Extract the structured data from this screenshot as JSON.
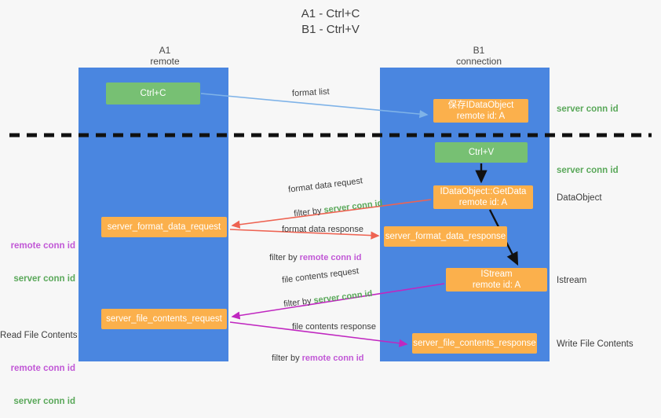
{
  "title": "A1 - Ctrl+C\nB1 - Ctrl+V",
  "columns": {
    "left": "A1\nremote",
    "right": "B1\nconnection"
  },
  "nodes": {
    "ctrl_c": "Ctrl+C",
    "save_idataobject": "保存IDataObject\nremote id: A",
    "ctrl_v": "Ctrl+V",
    "getdata": "IDataObject::GetData\nremote id: A",
    "istream": "IStream\nremote id: A",
    "server_format_data_request": "server_format_data_request",
    "server_format_data_response": "server_format_data_response",
    "server_file_contents_request": "server_file_contents_request",
    "server_file_contents_response": "server_file_contents_response"
  },
  "right_notes": {
    "server_conn_id_1": "server conn id",
    "server_conn_id_2": "server conn id",
    "dataobject": "DataObject",
    "istream": "Istream",
    "write_file_contents": "Write File Contents"
  },
  "left_notes": {
    "group1_remote": "remote conn id",
    "group1_server": "server conn id",
    "read_file_contents": "Read File Contents",
    "group2_remote": "remote conn id",
    "group2_server": "server conn id"
  },
  "edge_labels": {
    "format_list": "format list",
    "format_data_request": "format data request",
    "format_data_request_filter_prefix": "filter by ",
    "format_data_request_filter_value": "server conn id",
    "format_data_response": "format data response",
    "format_data_response_filter_prefix": "filter by ",
    "format_data_response_filter_value": "remote conn id",
    "file_contents_request": "file contents request",
    "file_contents_request_filter_prefix": "filter by ",
    "file_contents_request_filter_value": "server conn id",
    "file_contents_response": "file contents response",
    "file_contents_response_filter_prefix": "filter by ",
    "file_contents_response_filter_value": "remote conn id"
  },
  "colors": {
    "lane": "#4a86e0",
    "node_green": "#77c073",
    "node_orange": "#fbb04c",
    "server_conn_id": "#5aa85a",
    "remote_conn_id": "#c158d6",
    "arrow_format_list": "#7fb3e8",
    "arrow_format_data": "#ee6352",
    "arrow_file_contents": "#c027c0",
    "arrow_black": "#000000",
    "divider": "#111111",
    "background": "#f7f7f7"
  }
}
